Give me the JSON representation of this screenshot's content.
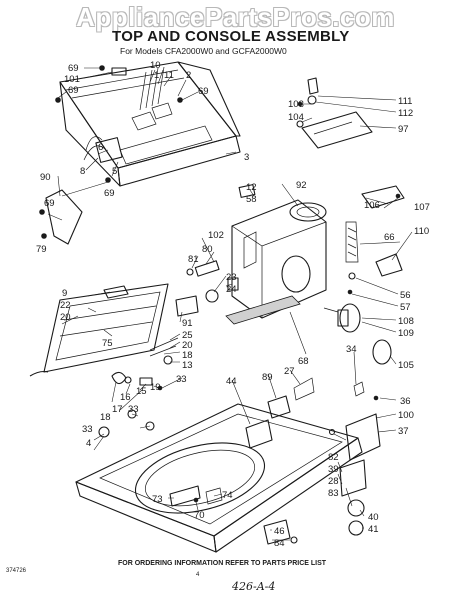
{
  "watermark": "AppliancePartsPros.com",
  "title": "TOP AND CONSOLE ASSEMBLY",
  "subtitle": "For Models CFA2000W0 and GCFA2000W0",
  "footer": "FOR ORDERING INFORMATION REFER TO PARTS PRICE LIST",
  "doc_code": "374726",
  "page_number": "4",
  "handwritten_note": "426-A-4",
  "callouts": [
    {
      "id": "c69a",
      "label": "69"
    },
    {
      "id": "c101",
      "label": "101"
    },
    {
      "id": "c69b",
      "label": "69"
    },
    {
      "id": "c10",
      "label": "10"
    },
    {
      "id": "c11",
      "label": "11"
    },
    {
      "id": "c1",
      "label": "1"
    },
    {
      "id": "c2",
      "label": "2"
    },
    {
      "id": "c69c",
      "label": "69"
    },
    {
      "id": "c6",
      "label": "6"
    },
    {
      "id": "c8",
      "label": "8"
    },
    {
      "id": "c90",
      "label": "90"
    },
    {
      "id": "c69d",
      "label": "69"
    },
    {
      "id": "c5",
      "label": "5"
    },
    {
      "id": "c3",
      "label": "3"
    },
    {
      "id": "c69e",
      "label": "69"
    },
    {
      "id": "c79",
      "label": "79"
    },
    {
      "id": "c111",
      "label": "111"
    },
    {
      "id": "c103",
      "label": "103"
    },
    {
      "id": "c112",
      "label": "112"
    },
    {
      "id": "c104",
      "label": "104"
    },
    {
      "id": "c97",
      "label": "97"
    },
    {
      "id": "c12",
      "label": "12"
    },
    {
      "id": "c58",
      "label": "58"
    },
    {
      "id": "c92",
      "label": "92"
    },
    {
      "id": "c106",
      "label": "106"
    },
    {
      "id": "c107",
      "label": "107"
    },
    {
      "id": "c110",
      "label": "110"
    },
    {
      "id": "c66",
      "label": "66"
    },
    {
      "id": "c102",
      "label": "102"
    },
    {
      "id": "c80",
      "label": "80"
    },
    {
      "id": "c81",
      "label": "81"
    },
    {
      "id": "c23",
      "label": "23"
    },
    {
      "id": "c24",
      "label": "24"
    },
    {
      "id": "c9",
      "label": "9"
    },
    {
      "id": "c22",
      "label": "22"
    },
    {
      "id": "c20a",
      "label": "20"
    },
    {
      "id": "c91",
      "label": "91"
    },
    {
      "id": "c25",
      "label": "25"
    },
    {
      "id": "c20b",
      "label": "20"
    },
    {
      "id": "c75",
      "label": "75"
    },
    {
      "id": "c18a",
      "label": "18"
    },
    {
      "id": "c13",
      "label": "13"
    },
    {
      "id": "c56",
      "label": "56"
    },
    {
      "id": "c57",
      "label": "57"
    },
    {
      "id": "c108",
      "label": "108"
    },
    {
      "id": "c109",
      "label": "109"
    },
    {
      "id": "c68",
      "label": "68"
    },
    {
      "id": "c105",
      "label": "105"
    },
    {
      "id": "c34",
      "label": "34"
    },
    {
      "id": "c44",
      "label": "44"
    },
    {
      "id": "c89",
      "label": "89"
    },
    {
      "id": "c27",
      "label": "27"
    },
    {
      "id": "c16",
      "label": "16"
    },
    {
      "id": "c15",
      "label": "15"
    },
    {
      "id": "c19",
      "label": "19"
    },
    {
      "id": "c33a",
      "label": "33"
    },
    {
      "id": "c17",
      "label": "17"
    },
    {
      "id": "c18b",
      "label": "18"
    },
    {
      "id": "c33b",
      "label": "33"
    },
    {
      "id": "c33c",
      "label": "33"
    },
    {
      "id": "c4",
      "label": "4"
    },
    {
      "id": "c36",
      "label": "36"
    },
    {
      "id": "c100",
      "label": "100"
    },
    {
      "id": "c37",
      "label": "37"
    },
    {
      "id": "c82",
      "label": "82"
    },
    {
      "id": "c39",
      "label": "39"
    },
    {
      "id": "c28",
      "label": "28"
    },
    {
      "id": "c83",
      "label": "83"
    },
    {
      "id": "c40",
      "label": "40"
    },
    {
      "id": "c41",
      "label": "41"
    },
    {
      "id": "c73",
      "label": "73"
    },
    {
      "id": "c70",
      "label": "70"
    },
    {
      "id": "c74",
      "label": "74"
    },
    {
      "id": "c46",
      "label": "46"
    },
    {
      "id": "c84",
      "label": "84"
    }
  ]
}
